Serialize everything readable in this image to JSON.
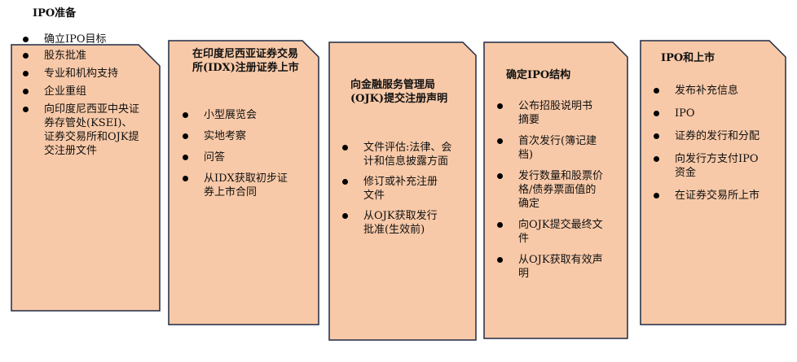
{
  "colors": {
    "fill": "#F8C9A8",
    "stroke": "#1F2A44"
  },
  "stages": [
    {
      "title": "IPO准备",
      "items": [
        "确立IPO目标",
        "股东批准",
        "专业和机构支持",
        "企业重组",
        "向印度尼西亚中央证券存管处(KSEI)、证券交易所和OJK提交注册文件"
      ]
    },
    {
      "title": "在印度尼西亚证券交易所(IDX)注册证券上市",
      "items": [
        "小型展览会",
        "实地考察",
        "问答",
        "从IDX获取初步证券上市合同"
      ]
    },
    {
      "title": "向金融服务管理局(OJK)提交注册声明",
      "items": [
        "文件评估:法律、会计和信息披露方面",
        "修订或补充注册文件",
        "从OJK获取发行批准(生效前)"
      ]
    },
    {
      "title": "确定IPO结构",
      "items": [
        "公布招股说明书摘要",
        "首次发行(簿记建档)",
        "发行数量和股票价格/债券票面值的确定",
        "向OJK提交最终文件",
        "从OJK获取有效声明"
      ]
    },
    {
      "title": "IPO和上市",
      "items": [
        "发布补充信息",
        "IPO",
        "证券的发行和分配",
        "向发行方支付IPO资金",
        "在证券交易所上市"
      ]
    }
  ]
}
